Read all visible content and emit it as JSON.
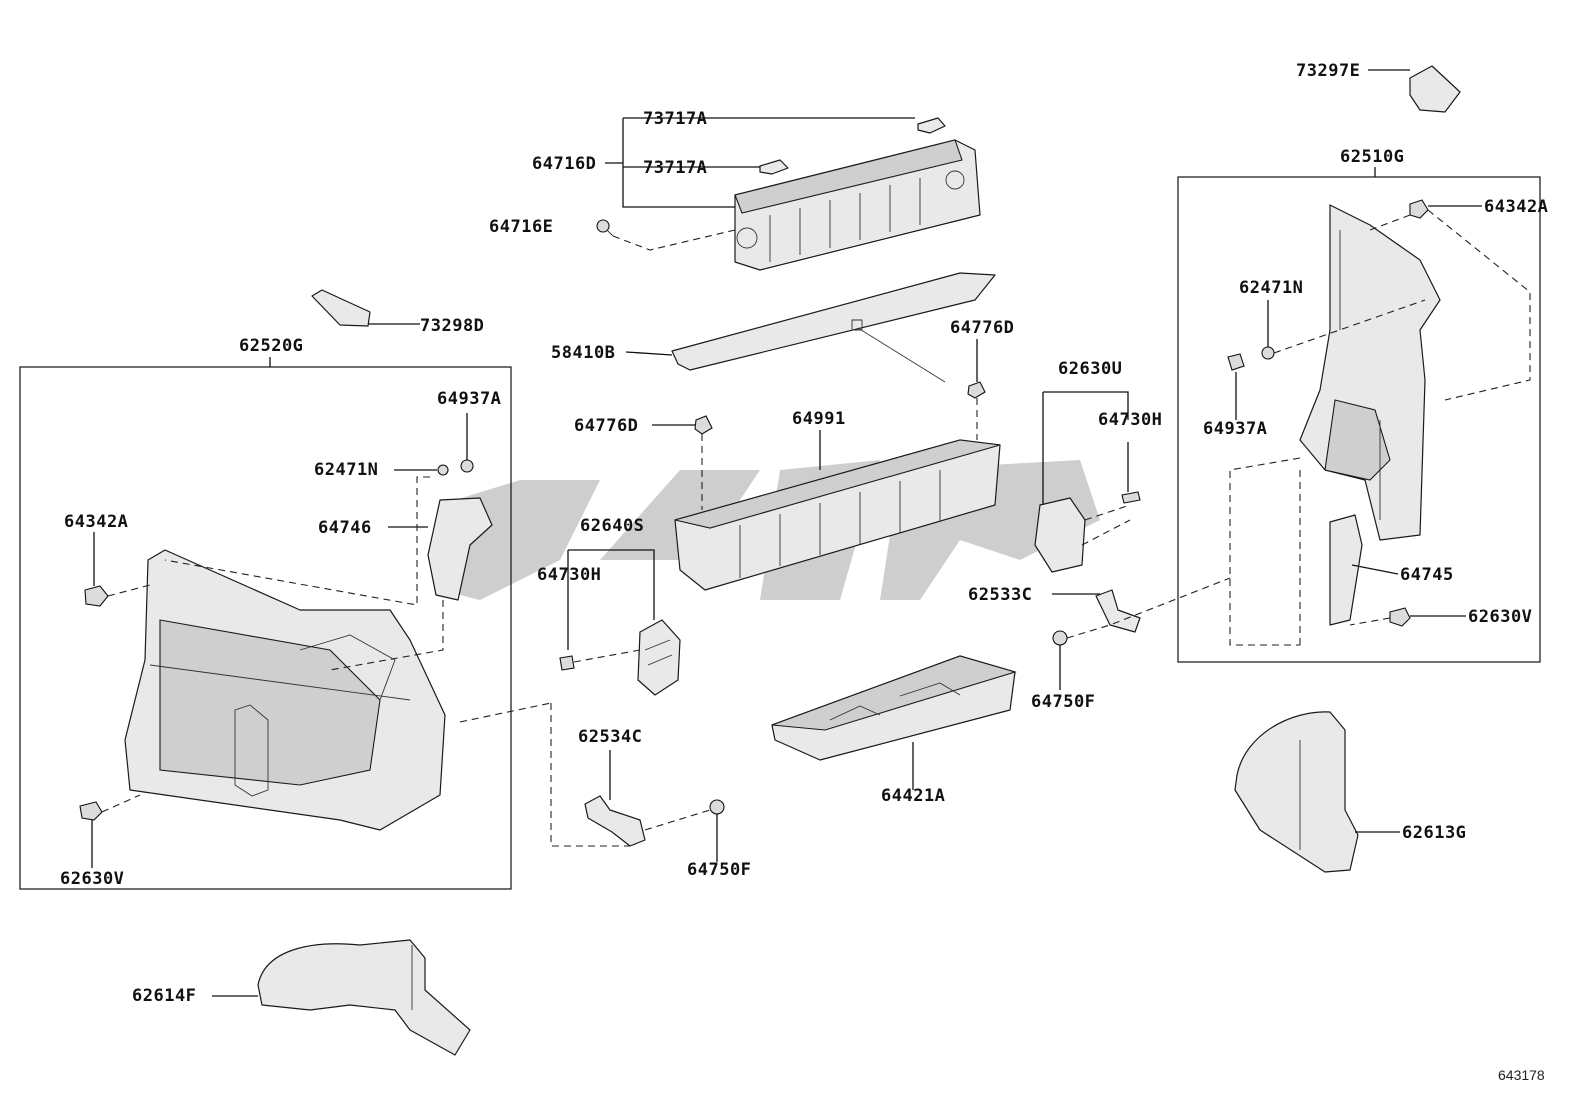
{
  "diagram": {
    "reference_number": "643178",
    "labels": {
      "l_73297E": "73297E",
      "l_62510G": "62510G",
      "l_64342A_r": "64342A",
      "l_62471N_r": "62471N",
      "l_64937A_r": "64937A",
      "l_64745": "64745",
      "l_62630V_r": "62630V",
      "l_62613G": "62613G",
      "l_73717A_1": "73717A",
      "l_73717A_2": "73717A",
      "l_64716D": "64716D",
      "l_64716E": "64716E",
      "l_73298D": "73298D",
      "l_58410B": "58410B",
      "l_64776D_r": "64776D",
      "l_64776D_l": "64776D",
      "l_64991": "64991",
      "l_62630U": "62630U",
      "l_64730H_r": "64730H",
      "l_62640S": "62640S",
      "l_64730H_l": "64730H",
      "l_62533C": "62533C",
      "l_64750F_r": "64750F",
      "l_64421A": "64421A",
      "l_62534C": "62534C",
      "l_64750F_l": "64750F",
      "l_62520G": "62520G",
      "l_64937A_l": "64937A",
      "l_62471N_l": "62471N",
      "l_64746": "64746",
      "l_64342A_l": "64342A",
      "l_62630V_l": "62630V",
      "l_62614F": "62614F"
    }
  }
}
